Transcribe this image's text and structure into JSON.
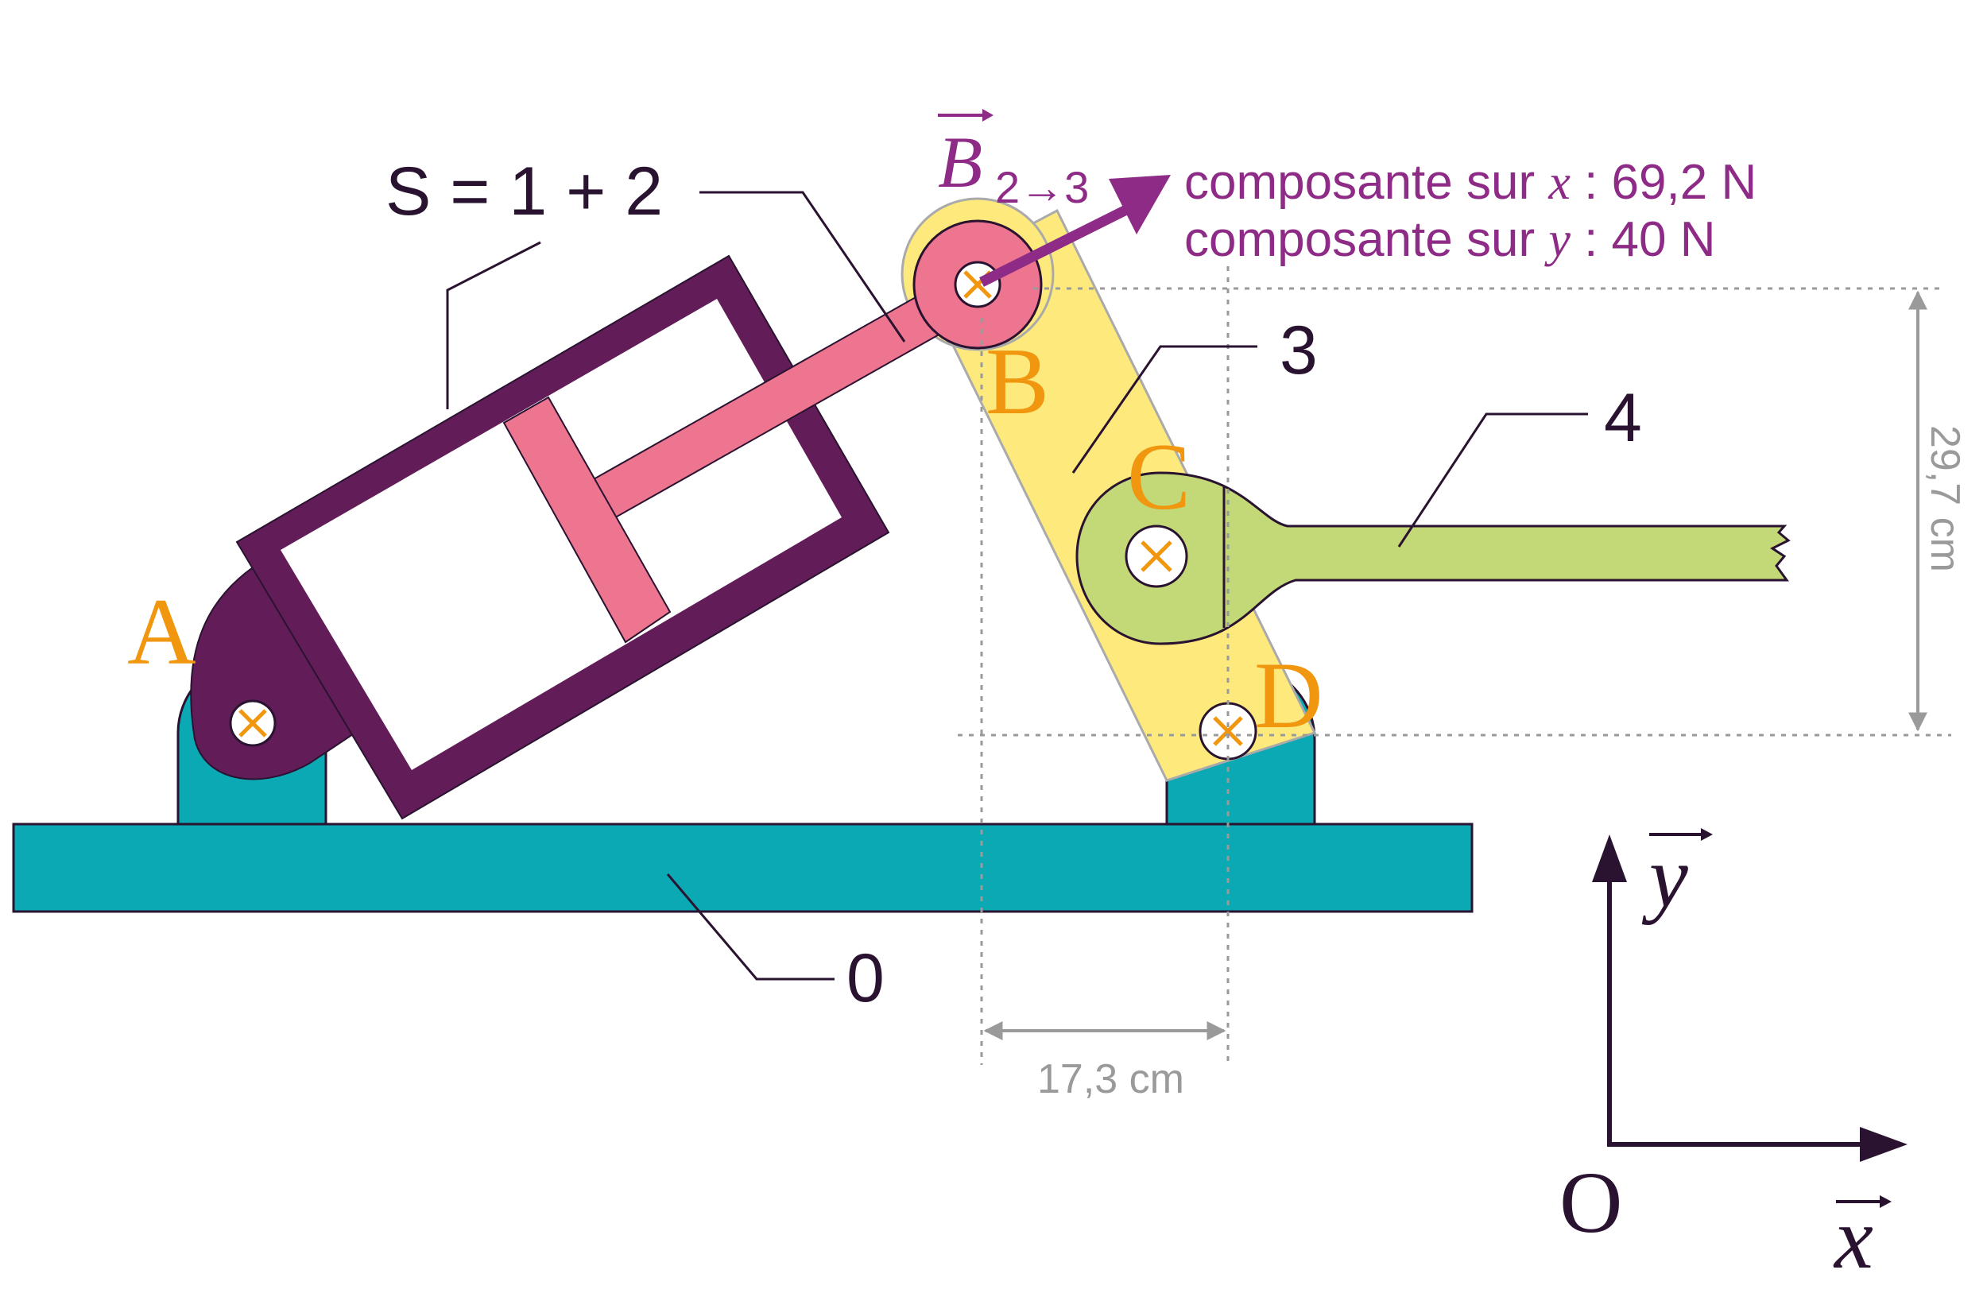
{
  "labels": {
    "system": "S = 1 + 2",
    "part_3": "3",
    "part_4": "4",
    "part_0": "0",
    "point_a": "A",
    "point_b": "B",
    "point_c": "C",
    "point_d": "D",
    "origin": "O",
    "axis_x": "x",
    "axis_y": "y"
  },
  "force": {
    "name": "B",
    "subscript": "2→3",
    "comp_x_prefix": "composante sur ",
    "comp_x_axis": "x",
    "comp_x_value": " : 69,2 N",
    "comp_y_prefix": "composante sur ",
    "comp_y_axis": "y",
    "comp_y_value": " : 40 N"
  },
  "dimensions": {
    "horizontal": "17,3 cm",
    "vertical": "29,7 cm"
  },
  "colors": {
    "frame": "#0aa9b3",
    "cylinder": "#621c58",
    "piston": "#ee7590",
    "lever": "#fde97c",
    "arm": "#c3d877",
    "point_label": "#f0960f",
    "force": "#8d2b86",
    "dimension": "#9a9a9a",
    "line": "#2a1330"
  }
}
